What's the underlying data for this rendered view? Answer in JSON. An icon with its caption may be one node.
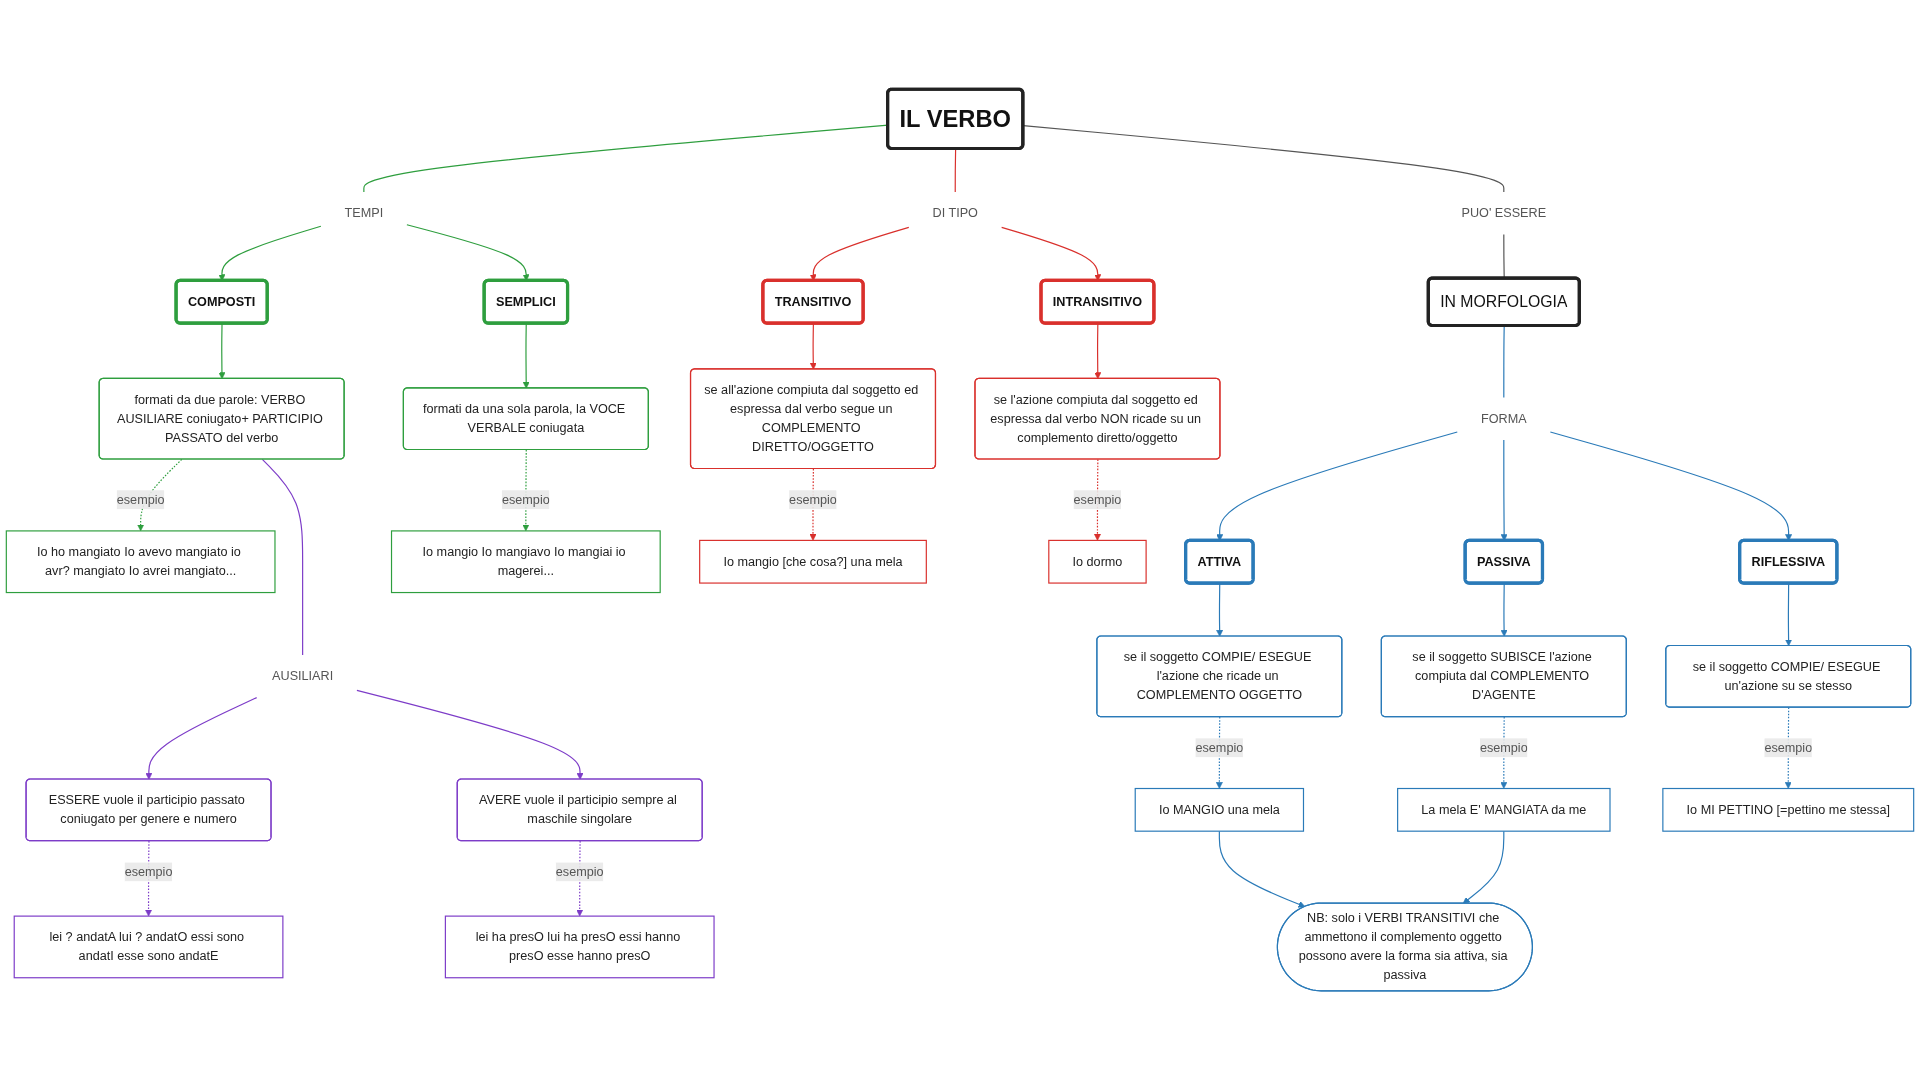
{
  "diagram": {
    "nodes": [
      {
        "text": [
          "IL VERBO"
        ]
      },
      {
        "text": [
          "TEMPI"
        ]
      },
      {
        "text": [
          "COMPOSTI"
        ]
      },
      {
        "text": [
          "SEMPLICI"
        ]
      },
      {
        "text": [
          "formati da due parole: VERBO AUSILIARE coniugato+ PARTICIPIO PASSATO del verbo"
        ]
      },
      {
        "text": [
          "Io ho mangiato Io avevo mangiato io avr? mangiato Io avrei mangiato..."
        ]
      },
      {
        "text": [
          "formati da una sola parola, la VOCE VERBALE coniugata"
        ]
      },
      {
        "text": [
          "Io mangio Io mangiavo Io mangiai io magerei..."
        ]
      },
      {
        "text": [
          "AUSILIARI"
        ]
      },
      {
        "text": [
          "ESSERE vuole il participio passato coniugato per genere e numero"
        ]
      },
      {
        "text": [
          "lei ? andatA lui ? andatO essi sono andatI esse sono andatE"
        ]
      },
      {
        "text": [
          "AVERE vuole il participio sempre al maschile singolare"
        ]
      },
      {
        "text": [
          "lei ha presO lui ha presO essi hanno presO esse hanno presO"
        ]
      },
      {
        "text": [
          "DI TIPO"
        ]
      },
      {
        "text": [
          "TRANSITIVO"
        ]
      },
      {
        "text": [
          "se all'azione compiuta dal soggetto ed espressa dal verbo segue un COMPLEMENTO DIRETTO/OGGETTO"
        ]
      },
      {
        "text": [
          "Io mangio [che cosa?] una mela"
        ]
      },
      {
        "text": [
          "INTRANSITIVO"
        ]
      },
      {
        "text": [
          "se l'azione compiuta dal soggetto ed espressa dal verbo NON ricade su un complemento diretto/oggetto"
        ]
      },
      {
        "text": [
          "Io dormo"
        ]
      },
      {
        "text": [
          "PUO' ESSERE"
        ]
      },
      {
        "text": [
          "IN MORFOLOGIA"
        ]
      },
      {
        "text": [
          "FORMA"
        ]
      },
      {
        "text": [
          "ATTIVA"
        ]
      },
      {
        "text": [
          "PASSIVA"
        ]
      },
      {
        "text": [
          "RIFLESSIVA"
        ]
      },
      {
        "text": [
          "se il soggetto COMPIE/ ESEGUE l'azione che ricade un COMPLEMENTO OGGETTO"
        ]
      },
      {
        "text": [
          "se il soggetto SUBISCE l'azione compiuta dal COMPLEMENTO D'AGENTE"
        ]
      },
      {
        "text": [
          "se il soggetto COMPIE/ ESEGUE un'azione su se stesso"
        ]
      },
      {
        "text": [
          "Io MANGIO una mela"
        ]
      },
      {
        "text": [
          "La mela E' MANGIATA da me"
        ]
      },
      {
        "text": [
          "Io MI PETTINO [=pettino me stessa]"
        ]
      },
      {
        "text": [
          "NB: solo i VERBI TRANSITIVI che ammettono il complemento oggetto possono avere la forma sia attiva, sia passiva"
        ]
      }
    ],
    "edges": [
      {
        "from": 0,
        "to": 1,
        "arrow": "none",
        "color": "#2e9e3e"
      },
      {
        "from": 1,
        "to": 2,
        "arrow": "to",
        "color": "#2e9e3e"
      },
      {
        "from": 1,
        "to": 3,
        "arrow": "to",
        "color": "#2e9e3e"
      },
      {
        "from": 2,
        "to": 4,
        "arrow": "to",
        "color": "#2e9e3e"
      },
      {
        "from": 3,
        "to": 6,
        "arrow": "to",
        "color": "#2e9e3e"
      },
      {
        "from": 4,
        "to": 5,
        "arrow": "to",
        "label": "esempio",
        "style": "dashed",
        "color": "#2e9e3e"
      },
      {
        "from": 6,
        "to": 7,
        "arrow": "to",
        "label": "esempio",
        "style": "dashed",
        "color": "#2e9e3e"
      },
      {
        "from": 4,
        "to": 8,
        "arrow": "none",
        "color": "#7d3cc8"
      },
      {
        "from": 8,
        "to": 9,
        "arrow": "to",
        "color": "#7d3cc8"
      },
      {
        "from": 8,
        "to": 11,
        "arrow": "to",
        "color": "#7d3cc8"
      },
      {
        "from": 9,
        "to": 10,
        "arrow": "to",
        "label": "esempio",
        "style": "dashed",
        "color": "#7d3cc8"
      },
      {
        "from": 11,
        "to": 12,
        "arrow": "to",
        "label": "esempio",
        "style": "dashed",
        "color": "#7d3cc8"
      },
      {
        "from": 0,
        "to": 13,
        "arrow": "none",
        "color": "#d9302c"
      },
      {
        "from": 13,
        "to": 14,
        "arrow": "to",
        "color": "#d9302c"
      },
      {
        "from": 13,
        "to": 17,
        "arrow": "to",
        "color": "#d9302c"
      },
      {
        "from": 14,
        "to": 15,
        "arrow": "to",
        "color": "#d9302c"
      },
      {
        "from": 15,
        "to": 16,
        "arrow": "to",
        "label": "esempio",
        "style": "dashed",
        "color": "#d9302c"
      },
      {
        "from": 17,
        "to": 18,
        "arrow": "to",
        "color": "#d9302c"
      },
      {
        "from": 18,
        "to": 19,
        "arrow": "to",
        "label": "esempio",
        "style": "dashed",
        "color": "#d9302c"
      },
      {
        "from": 0,
        "to": 20,
        "arrow": "none",
        "color": "#555555"
      },
      {
        "from": 20,
        "to": 21,
        "arrow": "none",
        "color": "#555555"
      },
      {
        "from": 21,
        "to": 22,
        "arrow": "none"
      },
      {
        "from": 22,
        "to": 23,
        "arrow": "to"
      },
      {
        "from": 22,
        "to": 24,
        "arrow": "to"
      },
      {
        "from": 22,
        "to": 25,
        "arrow": "to"
      },
      {
        "from": 23,
        "to": 26,
        "arrow": "to"
      },
      {
        "from": 24,
        "to": 27,
        "arrow": "to"
      },
      {
        "from": 25,
        "to": 28,
        "arrow": "to"
      },
      {
        "from": 26,
        "to": 29,
        "arrow": "to",
        "label": "esempio",
        "style": "dashed"
      },
      {
        "from": 27,
        "to": 30,
        "arrow": "to",
        "label": "esempio",
        "style": "dashed"
      },
      {
        "from": 28,
        "to": 31,
        "arrow": "to",
        "label": "esempio",
        "style": "dashed"
      },
      {
        "from": 29,
        "to": 32,
        "arrow": "to"
      },
      {
        "from": 30,
        "to": 32,
        "arrow": "to"
      }
    ]
  }
}
